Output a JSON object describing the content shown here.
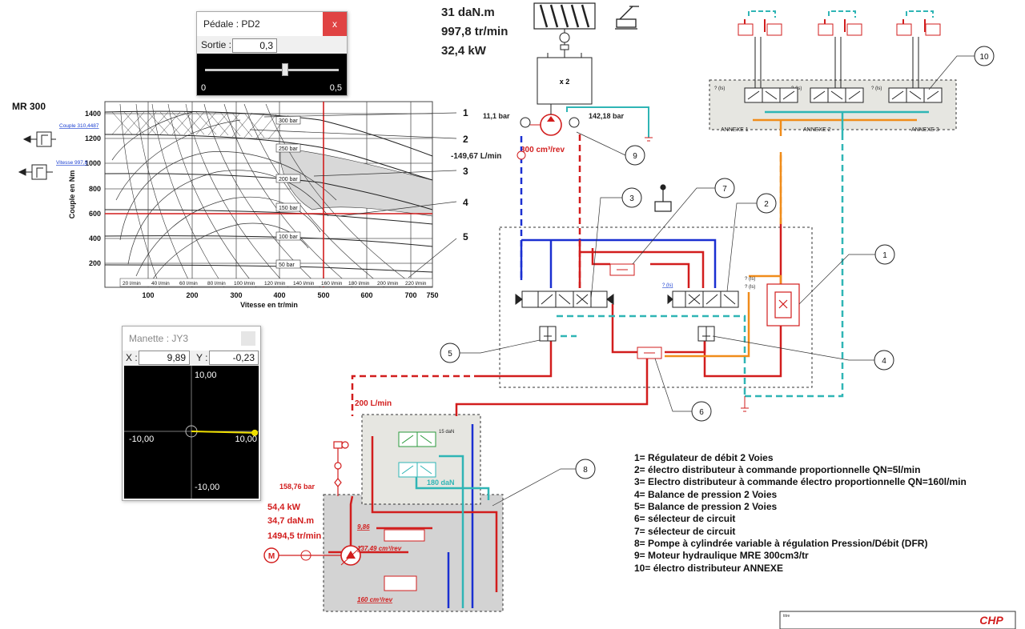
{
  "pedal_window": {
    "title": "Pédale : PD2",
    "close_label": "x",
    "output_label": "Sortie :",
    "output_value": "0,3",
    "slider_min": "0",
    "slider_max": "0,5",
    "slider_fraction": 0.6
  },
  "joystick_window": {
    "title": "Manette : JY3",
    "x_label": "X :",
    "x_value": "9,89",
    "y_label": "Y :",
    "y_value": "-0,23",
    "axis_top": "10,00",
    "axis_bottom": "-10,00",
    "axis_left": "-10,00",
    "axis_right": "10,00"
  },
  "motor_readout": {
    "torque": "31 daN.m",
    "speed": "997,8 tr/min",
    "power": "32,4 kW"
  },
  "pump_readout": {
    "power": "54,4 kW",
    "torque": "34,7 daN.m",
    "speed": "1494,5 tr/min",
    "pressure": "158,76 bar",
    "flow": "200 L/min",
    "disp_value": "9,86",
    "disp_current": "137,49 cm³/rev",
    "disp_max": "160 cm³/rev",
    "green_label": "15 daN",
    "cyan_label": "180 daN"
  },
  "motor_circuit": {
    "pressure_left": "11,1 bar",
    "pressure_right": "142,18 bar",
    "flow": "-149,67 L/min",
    "displacement": "300 cm³/rev",
    "gear_label": "x 2"
  },
  "annex": {
    "labels": [
      "ANNEXE 1",
      "ANNEXE 2",
      "ANNEXE 3"
    ],
    "small_label": "? (ls)"
  },
  "chart": {
    "title": "MR 300",
    "ylabel": "Couple en Nm",
    "xlabel": "Vitesse en tr/min",
    "yticks": [
      "1400",
      "1200",
      "1000",
      "800",
      "600",
      "400",
      "200"
    ],
    "xticks": [
      "100",
      "200",
      "300",
      "400",
      "500",
      "600",
      "700",
      "750"
    ],
    "link_torque": "Couple 310,4487",
    "link_speed": "Vitesse 997,8",
    "pressure_boxes": [
      "300 bar",
      "250 bar",
      "200 bar",
      "150 bar",
      "100 bar",
      "50 bar"
    ],
    "flow_boxes": [
      "20 l/min",
      "40 l/min",
      "60 l/min",
      "80 l/min",
      "100 l/min",
      "120 l/min",
      "140 l/min",
      "160 l/min",
      "180 l/min",
      "200 l/min",
      "220 l/min"
    ],
    "callouts": [
      "1",
      "2",
      "3",
      "4",
      "5"
    ]
  },
  "chart_data": {
    "type": "line",
    "title": "MR 300",
    "xlabel": "Vitesse en tr/min",
    "ylabel": "Couple en Nm",
    "xlim": [
      0,
      750
    ],
    "ylim": [
      0,
      1500
    ],
    "series": [
      {
        "name": "300 bar",
        "x": [
          0,
          200,
          400,
          600,
          750
        ],
        "y": [
          1400,
          1380,
          1340,
          1180,
          1060
        ]
      },
      {
        "name": "250 bar",
        "x": [
          0,
          200,
          400,
          600,
          750
        ],
        "y": [
          1170,
          1160,
          1120,
          1000,
          900
        ]
      },
      {
        "name": "200 bar",
        "x": [
          0,
          200,
          400,
          600,
          750
        ],
        "y": [
          920,
          910,
          880,
          780,
          700
        ]
      },
      {
        "name": "150 bar",
        "x": [
          0,
          200,
          400,
          600,
          750
        ],
        "y": [
          690,
          680,
          660,
          600,
          560
        ]
      },
      {
        "name": "100 bar",
        "x": [
          0,
          200,
          400,
          600,
          750
        ],
        "y": [
          470,
          460,
          440,
          400,
          370
        ]
      },
      {
        "name": "50 bar",
        "x": [
          0,
          200,
          400,
          600,
          750
        ],
        "y": [
          240,
          230,
          220,
          200,
          180
        ]
      }
    ],
    "operating_point": {
      "x": 497,
      "y": 600
    },
    "grid": true
  },
  "callout_numbers": [
    "1",
    "2",
    "3",
    "4",
    "5",
    "6",
    "7",
    "8",
    "9",
    "10"
  ],
  "legend": {
    "lines": [
      "1= Régulateur de débit 2 Voies",
      "2= électro distributeur à commande proportionnelle QN=5l/min",
      "3= Electro distributeur à commande électro proportionnelle QN=160l/min",
      "4= Balance de pression 2 Voies",
      "5= Balance de pression 2 Voies",
      "6= sélecteur de circuit",
      "7= sélecteur de circuit",
      "8= Pompe à cylindrée variable à régulation Pression/Débit (DFR)",
      "9= Moteur hydraulique MRE 300cm3/tr",
      "10= électro distributeur ANNEXE"
    ]
  },
  "logo": {
    "text": "CHP",
    "file_label": "titre"
  },
  "colors": {
    "pressure_red": "#d21d1d",
    "return_blue": "#1a2fd1",
    "cyan": "#2fb5b5",
    "orange": "#f08c1a",
    "green": "#2a9a3c",
    "close_red": "#e04343",
    "joystick_yellow": "#f0e000"
  }
}
